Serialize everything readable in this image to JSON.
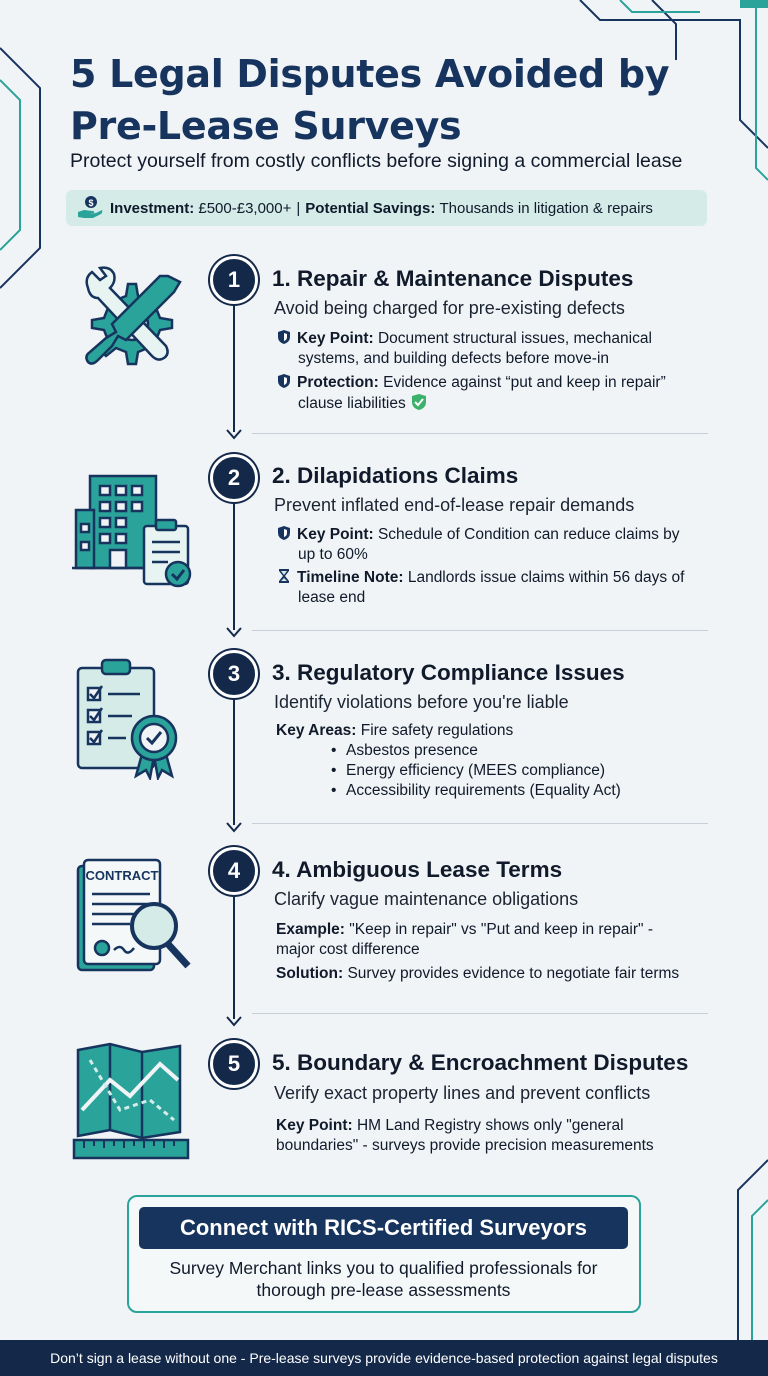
{
  "header": {
    "title": "5 Legal Disputes Avoided by Pre-Lease Surveys",
    "subtitle": "Protect yourself from costly conflicts before signing a commercial lease",
    "investment_label": "Investment:",
    "investment_value": "£500-£3,000+",
    "separator": "|",
    "savings_label": "Potential Savings:",
    "savings_value": "Thousands in litigation & repairs"
  },
  "sections": [
    {
      "number": "1",
      "icon": "wrench-screwdriver-gear-icon",
      "title": "1. Repair & Maintenance Disputes",
      "subtitle": "Avoid being charged for pre-existing defects",
      "points": [
        {
          "label": "Key Point:",
          "text": "Document structural issues, mechanical",
          "cont": "systems, and building defects before move-in"
        },
        {
          "label": "Protection:",
          "text": "Evidence against “put and keep in repair”",
          "cont": "clause liabilities"
        }
      ]
    },
    {
      "number": "2",
      "icon": "building-clipboard-icon",
      "title": "2. Dilapidations Claims",
      "subtitle": "Prevent inflated end-of-lease repair demands",
      "points": [
        {
          "label": "Key Point:",
          "text": "Schedule of Condition can reduce claims by",
          "cont": "up to 60%"
        },
        {
          "label": "Timeline Note:",
          "text": "Landlords issue claims within 56 days of",
          "cont": "lease end"
        }
      ]
    },
    {
      "number": "3",
      "icon": "checklist-badge-icon",
      "title": "3. Regulatory Compliance Issues",
      "subtitle": "Identify violations before you're liable",
      "key_label": "Key Areas:",
      "areas": [
        "Fire safety regulations",
        "Asbestos presence",
        "Energy efficiency (MEES compliance)",
        "Accessibility requirements (Equality Act)"
      ]
    },
    {
      "number": "4",
      "icon": "contract-magnifier-icon",
      "contract_word": "CONTRACT",
      "title": "4. Ambiguous Lease Terms",
      "subtitle": "Clarify vague maintenance obligations",
      "points": [
        {
          "label": "Example:",
          "text": "\"Keep in repair\" vs \"Put and keep in repair\" -",
          "cont": "major cost difference"
        },
        {
          "label": "Solution:",
          "text": "Survey provides evidence to negotiate fair terms",
          "cont": ""
        }
      ]
    },
    {
      "number": "5",
      "icon": "map-ruler-icon",
      "title": "5. Boundary & Encroachment Disputes",
      "subtitle": "Verify exact property lines and prevent conflicts",
      "points": [
        {
          "label": "Key Point:",
          "text": "HM Land Registry shows only \"general",
          "cont": "boundaries\" - surveys provide precision measurements"
        }
      ]
    }
  ],
  "cta": {
    "heading": "Connect with RICS-Certified Surveyors",
    "line1": "Survey Merchant links you to qualified professionals for",
    "line2": "thorough pre-lease assessments"
  },
  "footer": "Don’t sign a lease without one - Pre-lease surveys provide evidence-based protection against legal disputes",
  "colors": {
    "navy": "#14294a",
    "title": "#16345e",
    "teal": "#2aa39a",
    "teal_light": "#d4ebe8",
    "green_check": "#3bb26b"
  }
}
